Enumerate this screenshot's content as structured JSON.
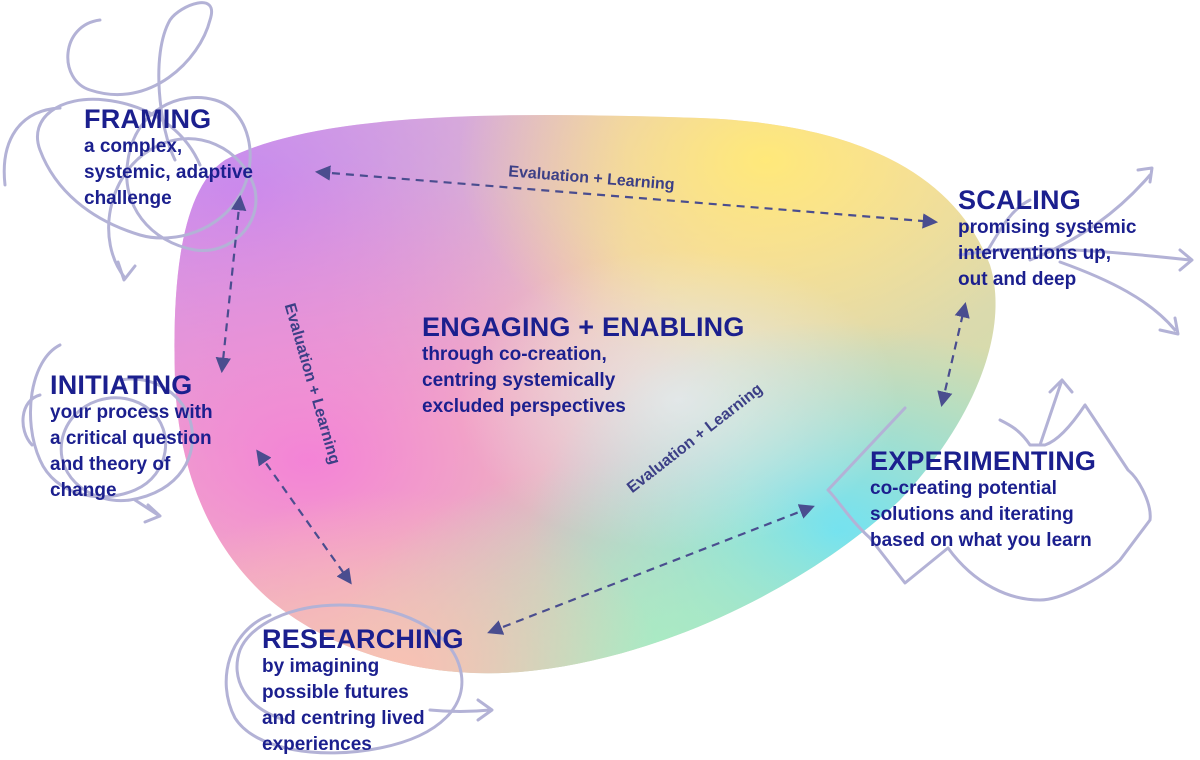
{
  "center": {
    "title": "ENGAGING + ENABLING",
    "lines": [
      "through co-creation,",
      "centring systemically",
      "excluded perspectives"
    ]
  },
  "stages": {
    "framing": {
      "title": "FRAMING",
      "lines": [
        "a complex,",
        "systemic, adaptive",
        "challenge"
      ]
    },
    "scaling": {
      "title": "SCALING",
      "lines": [
        "promising systemic",
        "interventions up,",
        "out and deep"
      ]
    },
    "initiating": {
      "title": "INITIATING",
      "lines": [
        "your process with",
        "a critical question",
        "and theory of",
        "change"
      ]
    },
    "experimenting": {
      "title": "EXPERIMENTING",
      "lines": [
        "co-creating potential",
        "solutions and iterating",
        "based on what you learn"
      ]
    },
    "researching": {
      "title": "RESEARCHING",
      "lines": [
        "by imagining",
        "possible futures",
        "and centring lived",
        "experiences"
      ]
    }
  },
  "loop_labels": {
    "top": "Evaluation + Learning",
    "left": "Evaluation + Learning",
    "right": "Evaluation + Learning"
  },
  "colors": {
    "text": "#1b1f8e",
    "arrows": "#4a4d8f",
    "sketch": "#b3b2d6",
    "gradient": [
      "#e06be0",
      "#f7a6c9",
      "#fbe27a",
      "#8fe6c0",
      "#7fe3f0",
      "#b8e6a6"
    ]
  }
}
